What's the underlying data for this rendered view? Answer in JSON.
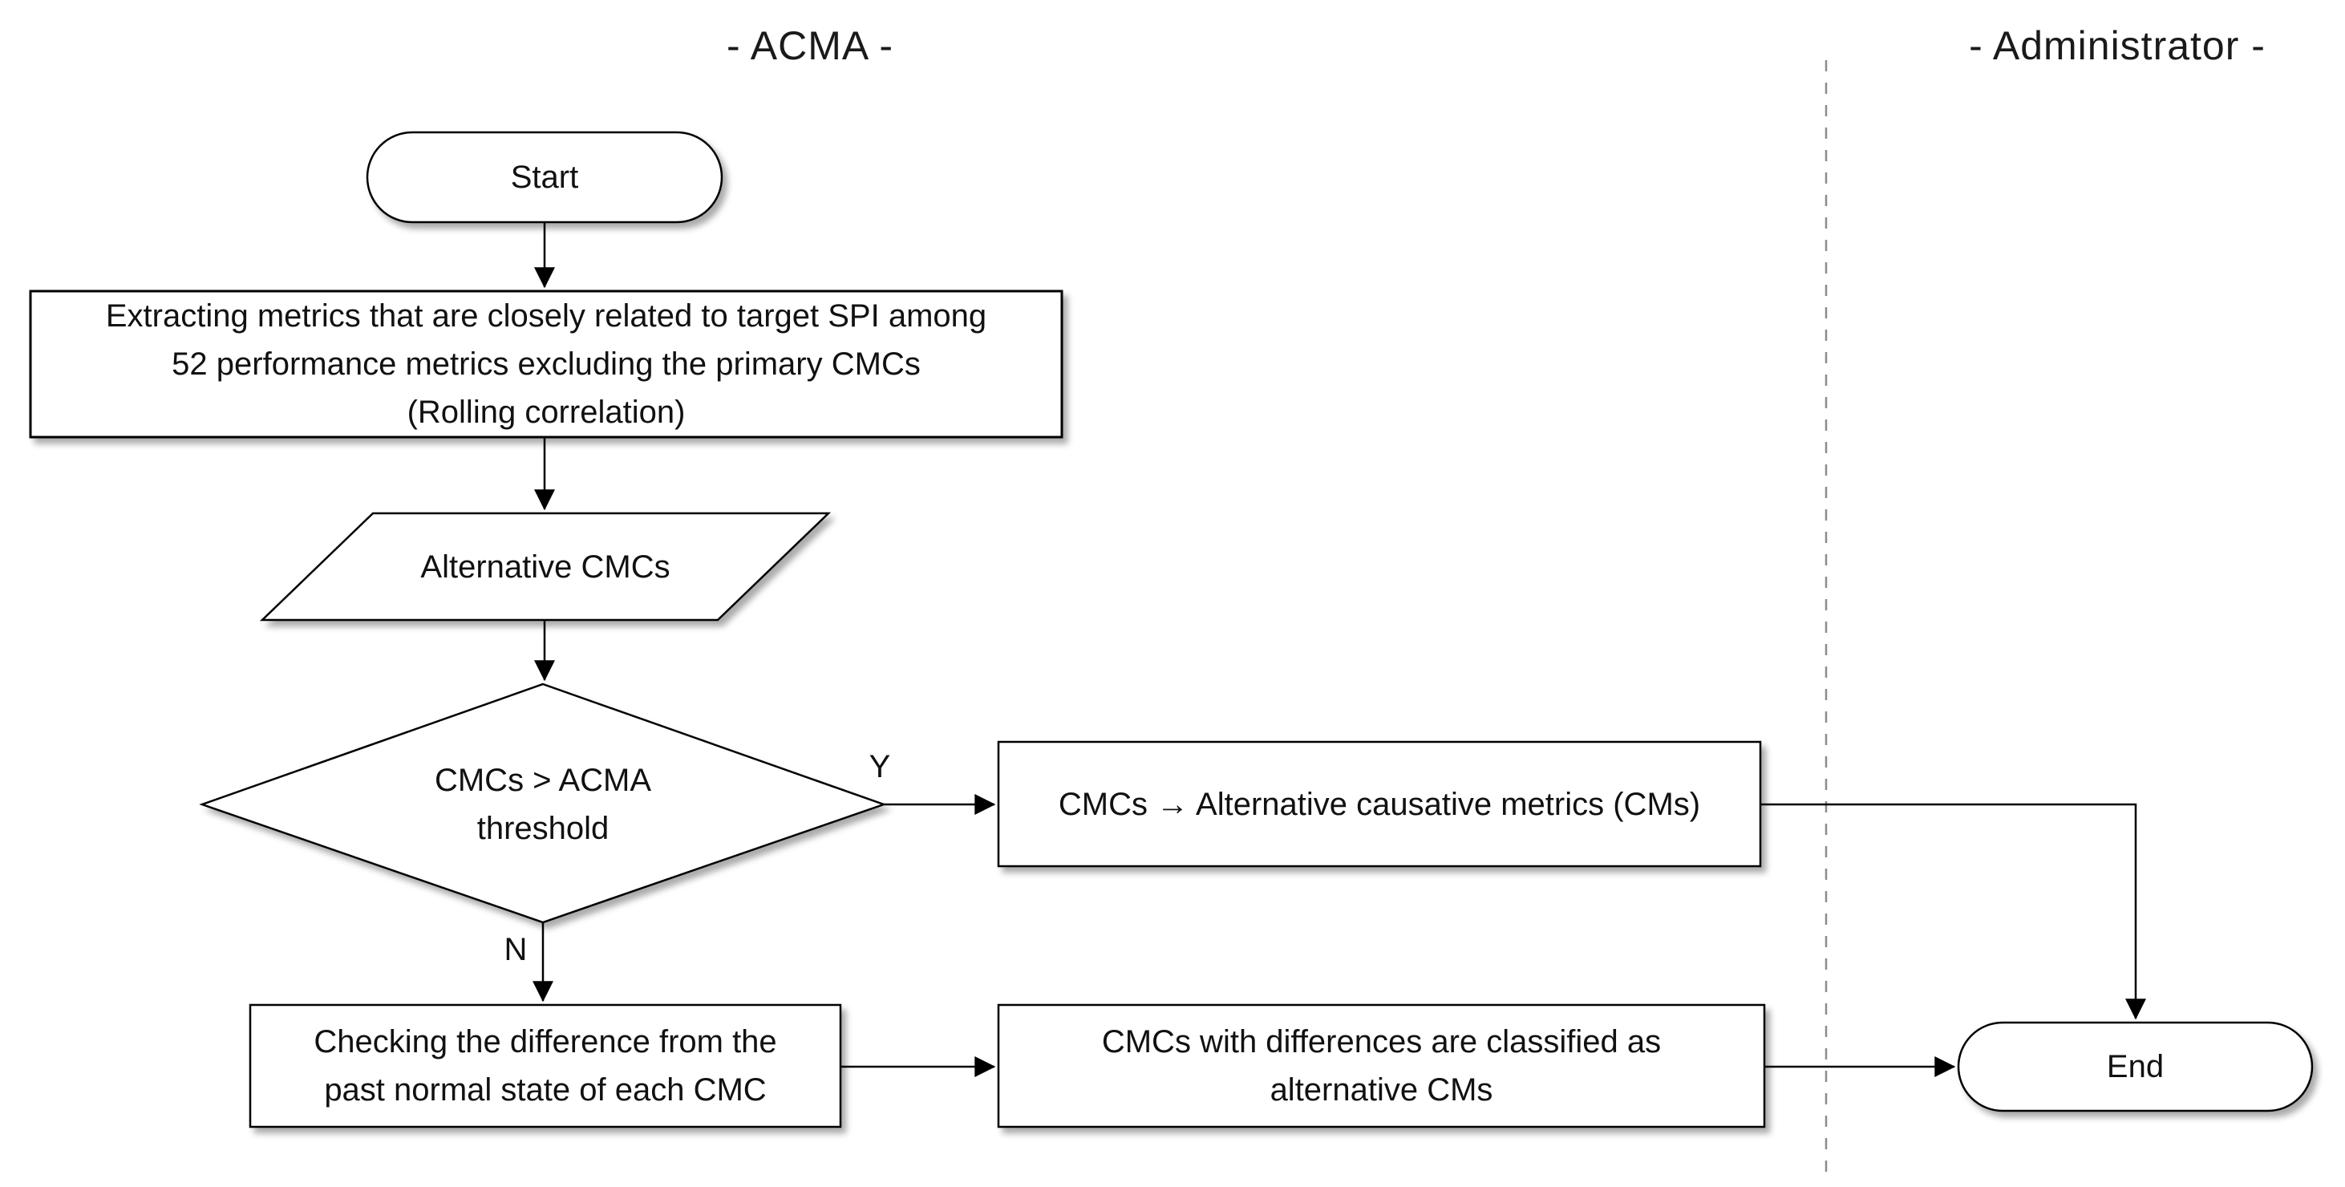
{
  "lanes": {
    "acma_title": "- ACMA -",
    "administrator_title": "- Administrator -"
  },
  "nodes": {
    "start": {
      "label": "Start"
    },
    "extract_metrics": {
      "line1": "Extracting metrics that are closely related to target SPI among",
      "line2": "52 performance metrics excluding the primary CMCs",
      "line3": "(Rolling correlation)"
    },
    "alternative_cmcs": {
      "label": "Alternative CMCs"
    },
    "threshold_decision": {
      "line1": "CMCs > ACMA",
      "line2": "threshold"
    },
    "assign_alternative_cms": {
      "label": "CMCs → Alternative causative metrics (CMs)"
    },
    "check_difference": {
      "line1": "Checking the difference from the",
      "line2": "past normal state of each CMC"
    },
    "classify_alternative_cms": {
      "line1": "CMCs with differences are classified as",
      "line2": "alternative CMs"
    },
    "end": {
      "label": "End"
    }
  },
  "edge_labels": {
    "yes": "Y",
    "no": "N"
  },
  "colors": {
    "shape_stroke": "#000000",
    "shape_fill": "#ffffff",
    "text": "#1a1a1a",
    "lane_separator": "#8c8c8c"
  }
}
